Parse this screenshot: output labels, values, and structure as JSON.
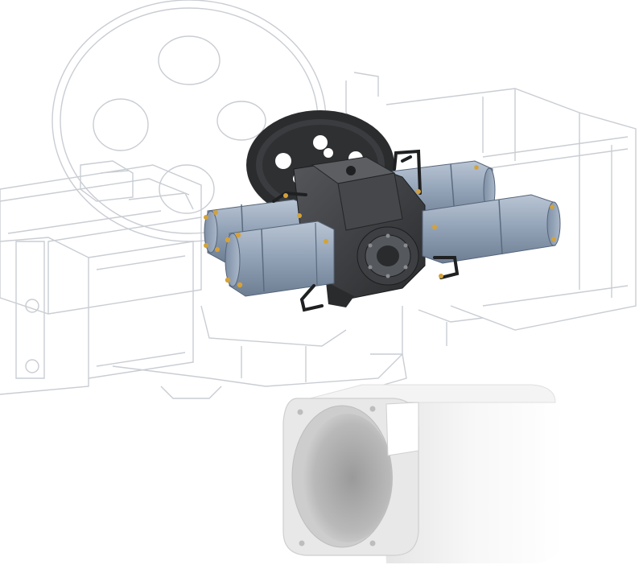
{
  "image": {
    "kind": "3D CAD render",
    "components": {
      "ghost_assembly": {
        "icon": "wireframe-machine-outline",
        "color": "#c8ccd2"
      },
      "central_gearbox": {
        "color": "#3a3b3d"
      },
      "flywheel": {
        "color": "#2b2c2e"
      },
      "hydraulic_motors": {
        "count": 4,
        "color": "#8f9fb3"
      },
      "hose_pipes": {
        "color": "#1f2022"
      },
      "bolts": {
        "color": "#d4a23a"
      },
      "square_housing": {
        "color": "#f0f0f0"
      }
    }
  }
}
